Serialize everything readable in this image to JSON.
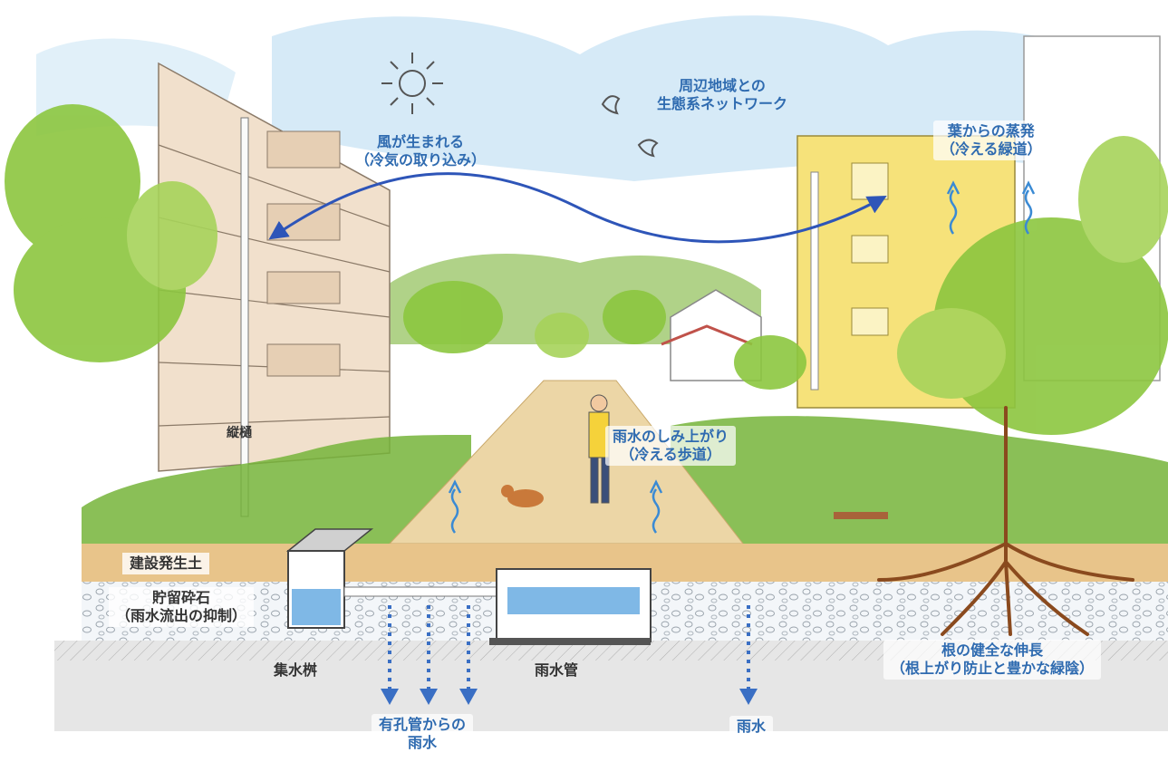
{
  "colors": {
    "label_blue": "#2f6bb0",
    "arrow_blue": "#3a6fc4",
    "wind_blue": "#2e55b8",
    "soil": "#e8c48a",
    "greenery": "#8cc63f",
    "building_left": "#f1e0cc",
    "building_right": "#f6e27a",
    "sky": "#cfe6f6"
  },
  "labels": {
    "wind": [
      "風が生まれる",
      "（冷気の取り込み）"
    ],
    "network": [
      "周辺地域との",
      "生態系ネットワーク"
    ],
    "leaf_evaporation": [
      "葉からの蒸発",
      "（冷える緑道）"
    ],
    "rain_rise": [
      "雨水のしみ上がり",
      "（冷える歩道）"
    ],
    "downspout": "縦樋",
    "soil": "建設発生土",
    "gravel": [
      "貯留砕石",
      "（雨水流出の抑制）"
    ],
    "catch_basin": "集水桝",
    "rain_pipe": "雨水管",
    "root": [
      "根の健全な伸長",
      "（根上がり防止と豊かな緑陰）"
    ],
    "perforated_pipe": [
      "有孔管からの",
      "雨水"
    ],
    "rainwater": "雨水"
  },
  "icons": {
    "sun": "sun-icon",
    "bird": "bird-icon",
    "wind_arrow": "double-headed-curved-arrow",
    "evaporation": "wavy-up-arrow-icon",
    "infiltration": "dotted-down-arrow-icon"
  }
}
